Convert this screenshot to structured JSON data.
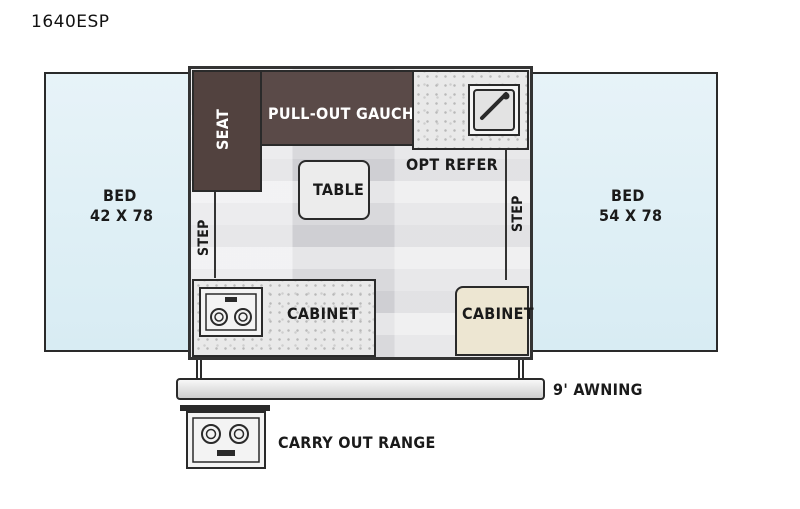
{
  "model": "1640ESP",
  "labels": {
    "seat": "SEAT",
    "gaucho": "PULL-OUT GAUCHO",
    "opt_refer": "OPT REFER",
    "table": "TABLE",
    "step_left": "STEP",
    "step_right": "STEP",
    "bed_left_title": "BED",
    "bed_left_size": "42 X 78",
    "bed_right_title": "BED",
    "bed_right_size": "54 X 78",
    "cabinet_left": "CABINET",
    "cabinet_right": "CABINET",
    "awning": "9' AWNING",
    "carry_out_range": "CARRY OUT RANGE"
  },
  "icons": {
    "sink": "sink-icon",
    "stove": "stove-icon",
    "range": "range-icon"
  },
  "colors": {
    "bed_fill": "#e0f0f6",
    "gaucho_fill": "#5a4a48",
    "cabinet_fill": "#ede6d2",
    "outline": "#2a2a2a"
  }
}
